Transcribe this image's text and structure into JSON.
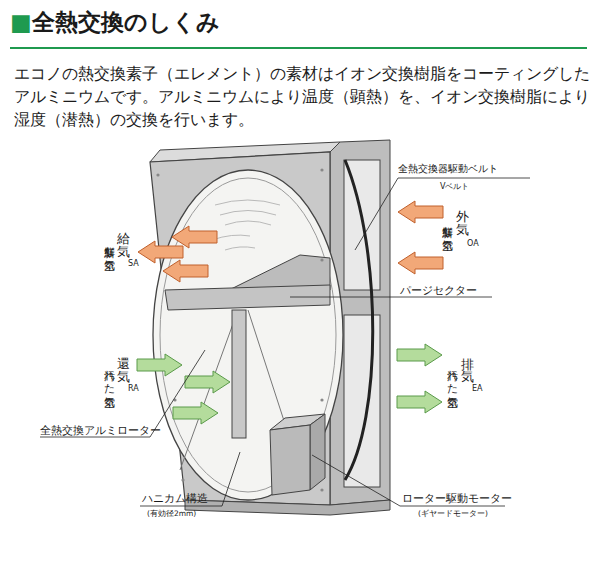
{
  "diagram": {
    "title": "■全熱交換のしくみ",
    "labels": [
      "エコノの熱交換素子（エレメント）の素材はイオン交換樹脂をコーティングしたアルミニウムです。アルミニウムにより温度（顕熱）を、イオン交換樹脂により湿度（潜熱）の交換を行います。",
      "全熱交換器駆動ベルト",
      "Vベルト",
      "外気",
      "OA",
      "新鮮な空気",
      "給気",
      "SA",
      "新鮮な空気",
      "パージセクター",
      "還気",
      "RA",
      "汚れた空気",
      "排気",
      "EA",
      "汚れた空気",
      "全熱交換アルミローター",
      "ハニカム構造",
      "(有効径2mm)",
      "ローター駆動モーター",
      "(ギヤードモーター)"
    ]
  }
}
